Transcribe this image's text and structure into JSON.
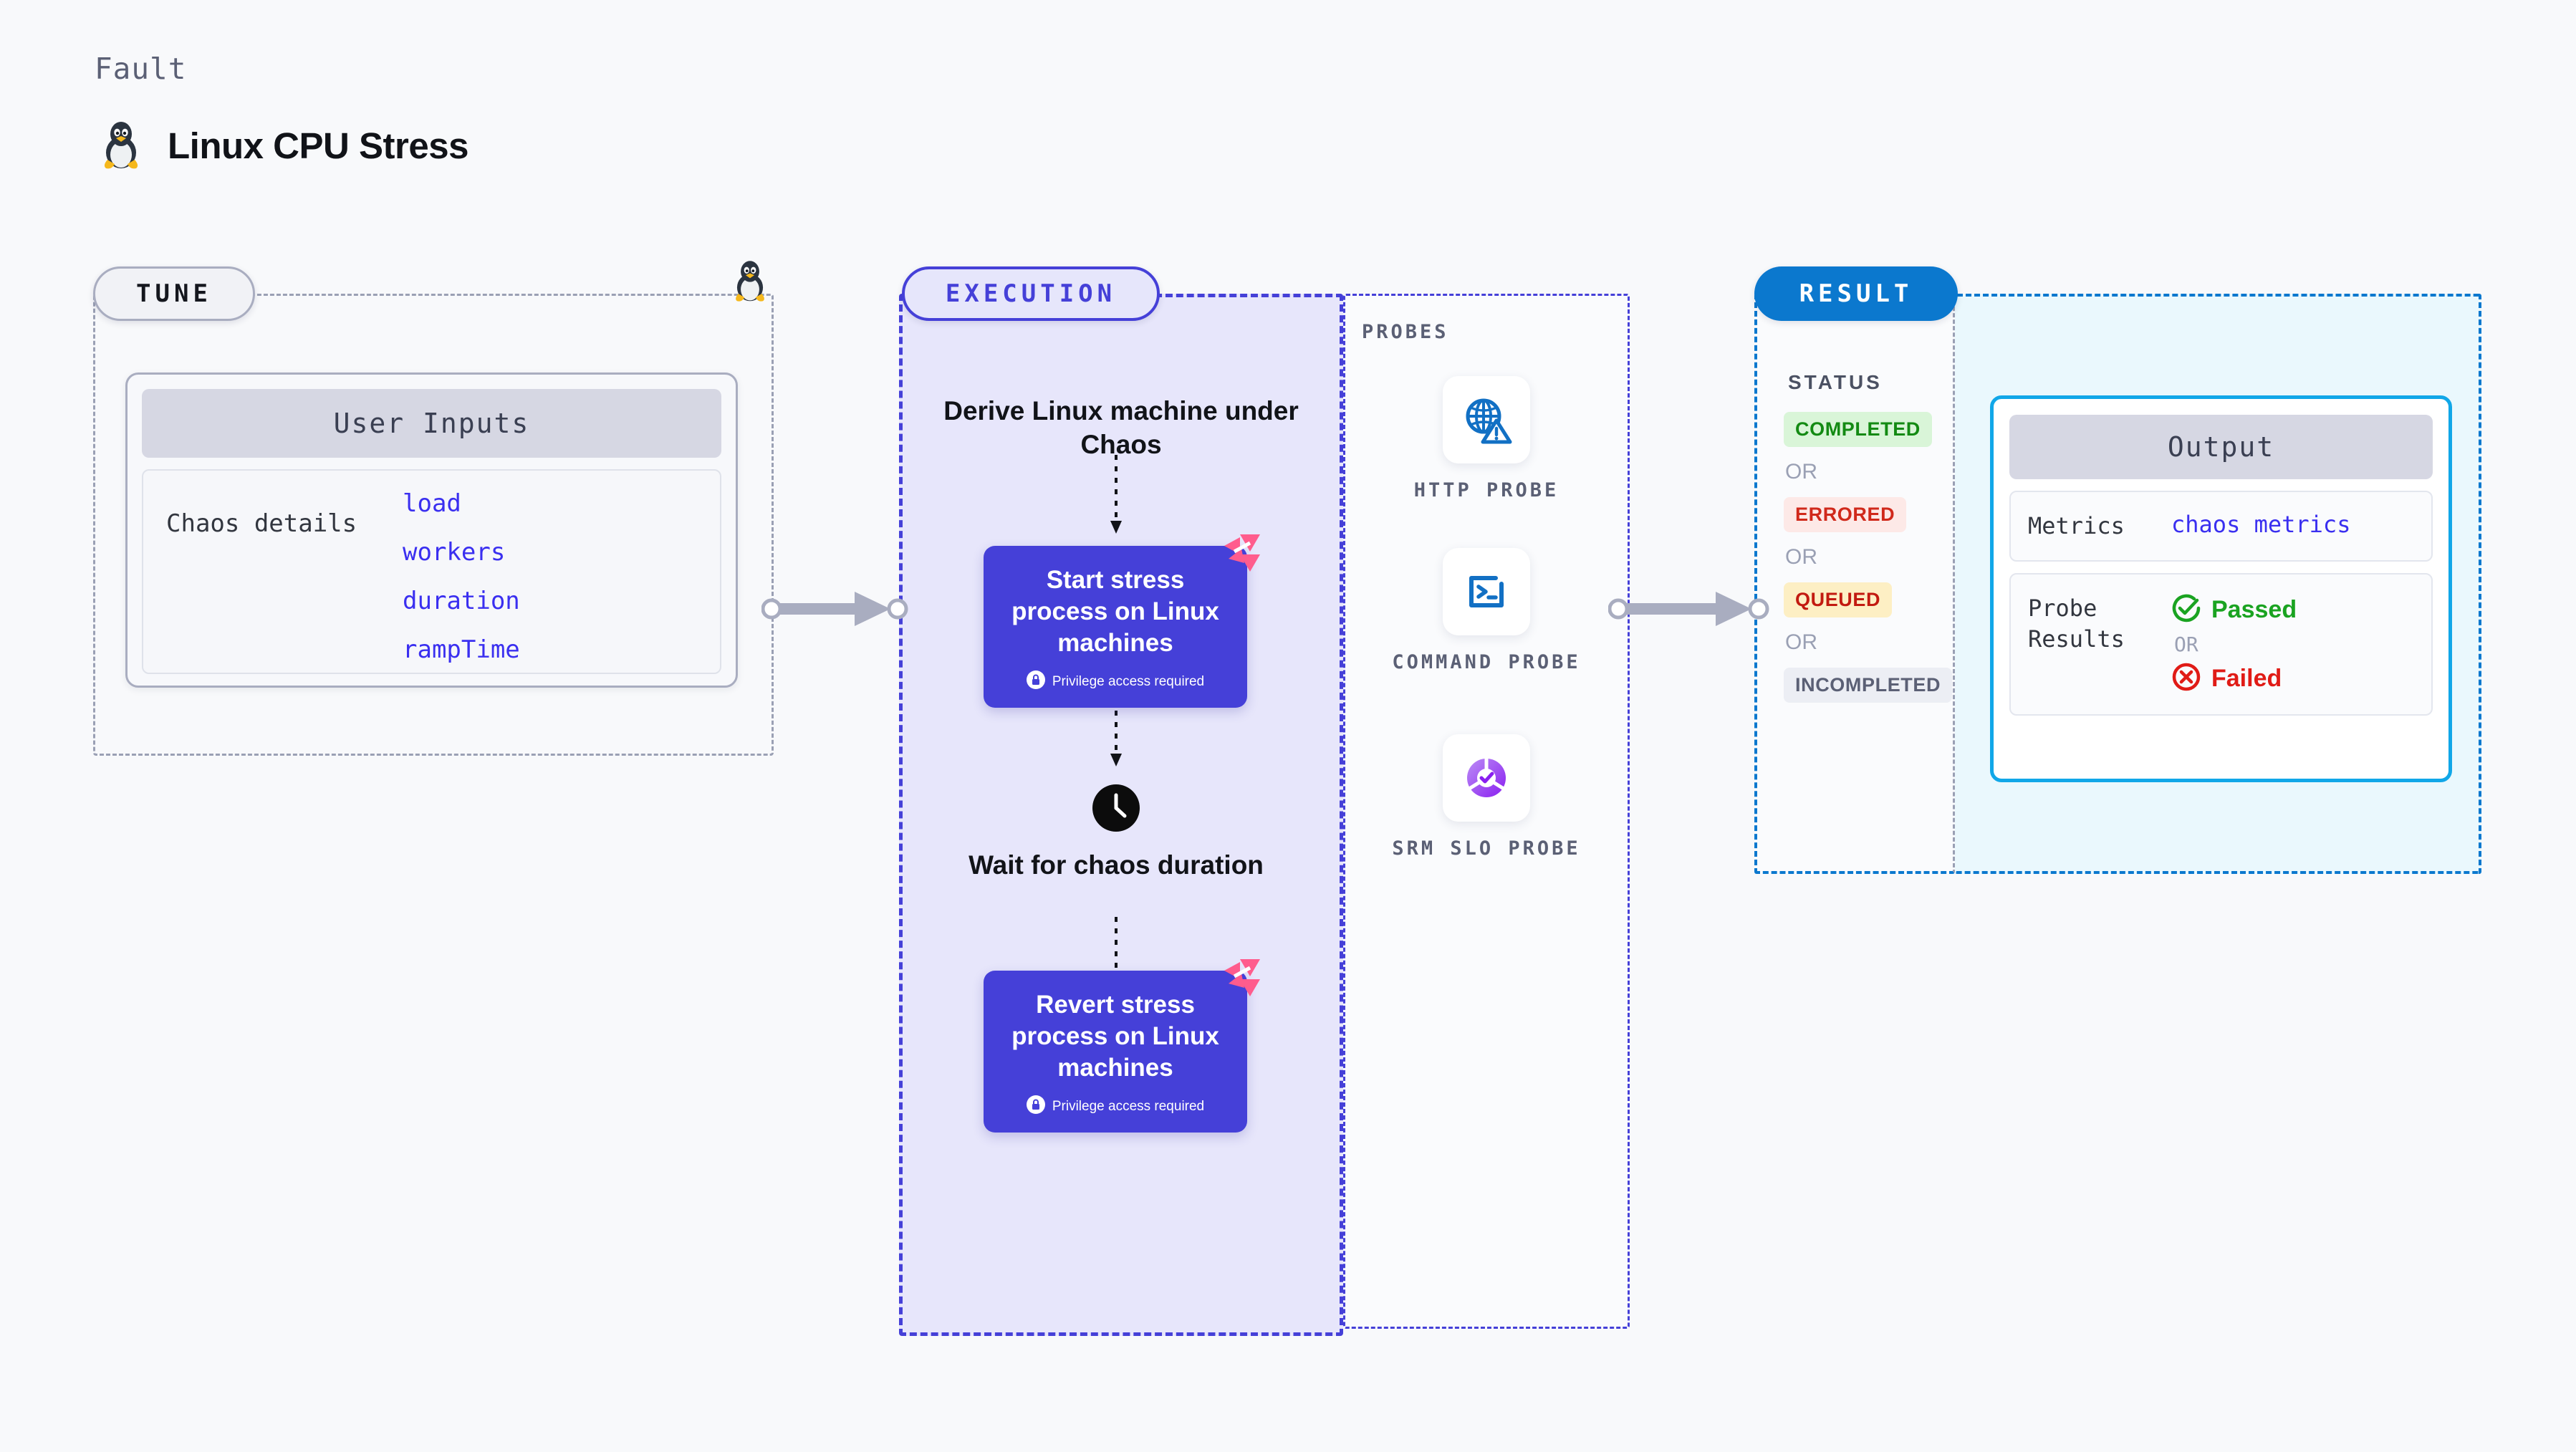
{
  "header": {
    "eyebrow": "Fault",
    "title": "Linux CPU Stress",
    "icon": "tux-penguin-icon"
  },
  "tune": {
    "badge": "TUNE",
    "icon": "tux-penguin-icon",
    "card": {
      "header": "User Inputs",
      "key": "Chaos details",
      "values": [
        "load",
        "workers",
        "duration",
        "rampTime"
      ]
    }
  },
  "execution": {
    "badge": "EXECUTION",
    "derive_step": "Derive Linux machine under Chaos",
    "steps": [
      {
        "title": "Start stress process on Linux machines",
        "note": "Privilege access required",
        "note_icon": "lock-icon",
        "badge_icon": "chaos-logo-icon"
      },
      {
        "title": "Revert stress process on Linux machines",
        "note": "Privilege access required",
        "note_icon": "lock-icon",
        "badge_icon": "chaos-logo-icon"
      }
    ],
    "wait_step": {
      "label": "Wait for chaos duration",
      "icon": "clock-icon"
    }
  },
  "probes": {
    "title": "PROBES",
    "items": [
      {
        "label": "HTTP PROBE",
        "icon": "globe-warning-icon"
      },
      {
        "label": "COMMAND PROBE",
        "icon": "terminal-icon"
      },
      {
        "label": "SRM SLO PROBE",
        "icon": "slo-donut-check-icon"
      }
    ]
  },
  "result": {
    "badge": "RESULT",
    "status_title": "STATUS",
    "or_label": "OR",
    "statuses": [
      {
        "label": "COMPLETED",
        "state": "completed"
      },
      {
        "label": "ERRORED",
        "state": "errored"
      },
      {
        "label": "QUEUED",
        "state": "queued"
      },
      {
        "label": "INCOMPLETED",
        "state": "incompleted"
      }
    ],
    "output": {
      "header": "Output",
      "metrics_key": "Metrics",
      "metrics_value": "chaos metrics",
      "probe_results_key": "Probe Results",
      "passed_label": "Passed",
      "failed_label": "Failed",
      "or_label": "OR",
      "passed_icon": "check-circle-icon",
      "failed_icon": "x-circle-icon"
    }
  },
  "colors": {
    "page_bg": "#f8f9fb",
    "indigo": "#4540d8",
    "exec_bg": "#e7e6fb",
    "blue": "#0b78ce",
    "cyan": "#11a7e8",
    "result_bg": "#eaf8fd",
    "pink": "#ff5c8d",
    "green": "#1aa321",
    "red": "#e01b16",
    "gray_dash": "#9aa0b4"
  }
}
